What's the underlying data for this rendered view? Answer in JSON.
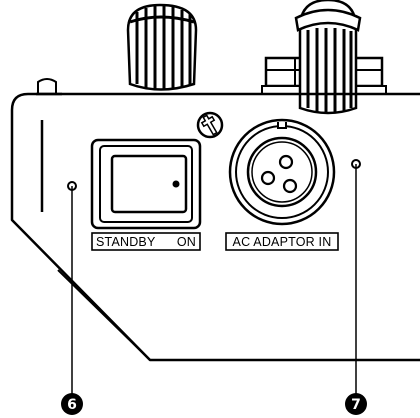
{
  "labels": {
    "switch": "STANDBY     ON",
    "switch_left": "STANDBY",
    "switch_right": "ON",
    "connector": "AC ADAPTOR IN"
  },
  "callouts": [
    {
      "number": "6",
      "target": "standby-switch"
    },
    {
      "number": "7",
      "target": "ac-adaptor-jack"
    }
  ],
  "colors": {
    "ink": "#000000",
    "paper": "#ffffff"
  }
}
